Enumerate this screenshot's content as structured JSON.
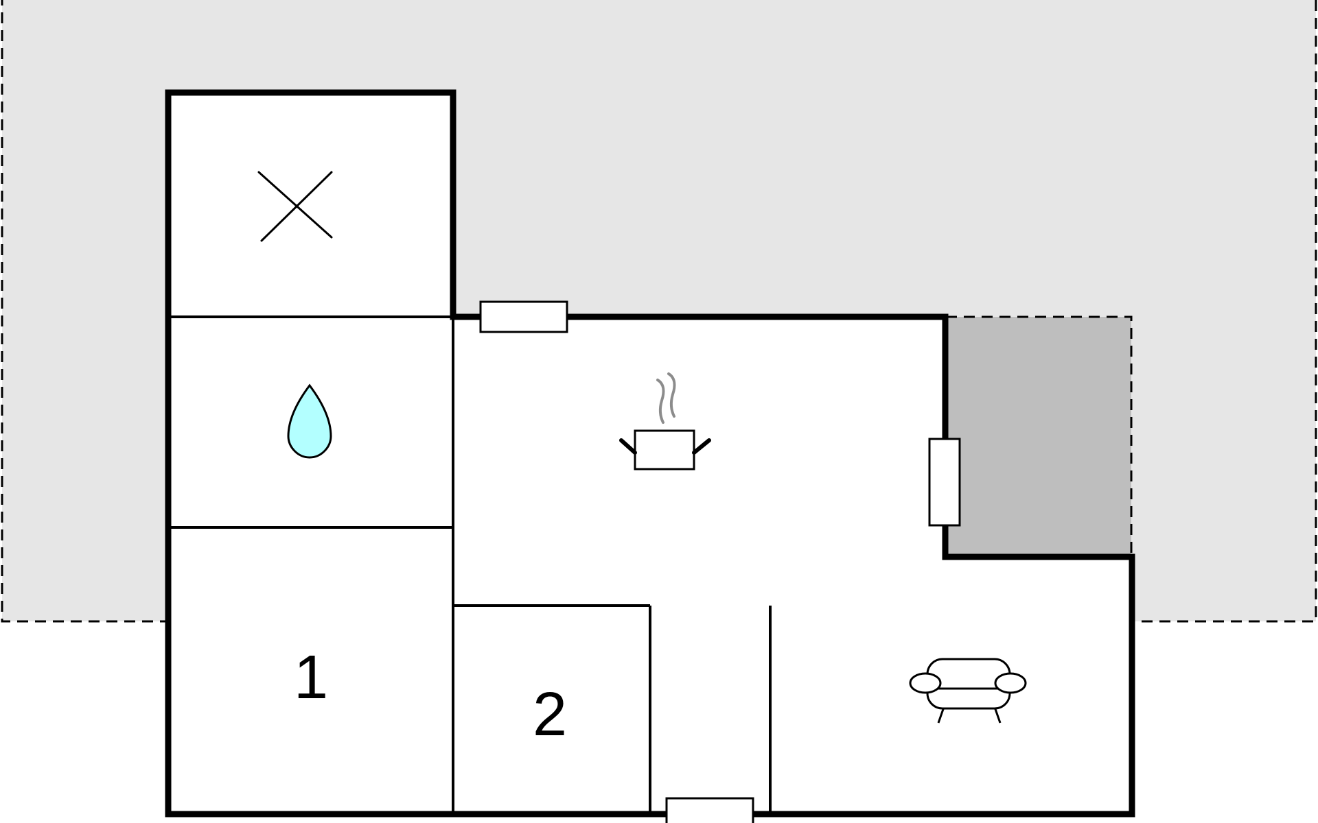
{
  "floorplan": {
    "rooms": [
      {
        "id": "storage",
        "icon": "cross-icon",
        "label": ""
      },
      {
        "id": "bathroom",
        "icon": "water-drop-icon",
        "label": ""
      },
      {
        "id": "bedroom-1",
        "icon": "",
        "label": "1"
      },
      {
        "id": "bedroom-2",
        "icon": "",
        "label": "2"
      },
      {
        "id": "kitchen",
        "icon": "cooking-pot-icon",
        "label": ""
      },
      {
        "id": "living-room",
        "icon": "sofa-icon",
        "label": ""
      }
    ]
  },
  "colors": {
    "outdoor_area": "#e6e6e6",
    "terrace": "#bebebe",
    "wall": "#000000",
    "room": "#ffffff",
    "water": "#b3ffff",
    "steam": "#8c8c8c"
  }
}
